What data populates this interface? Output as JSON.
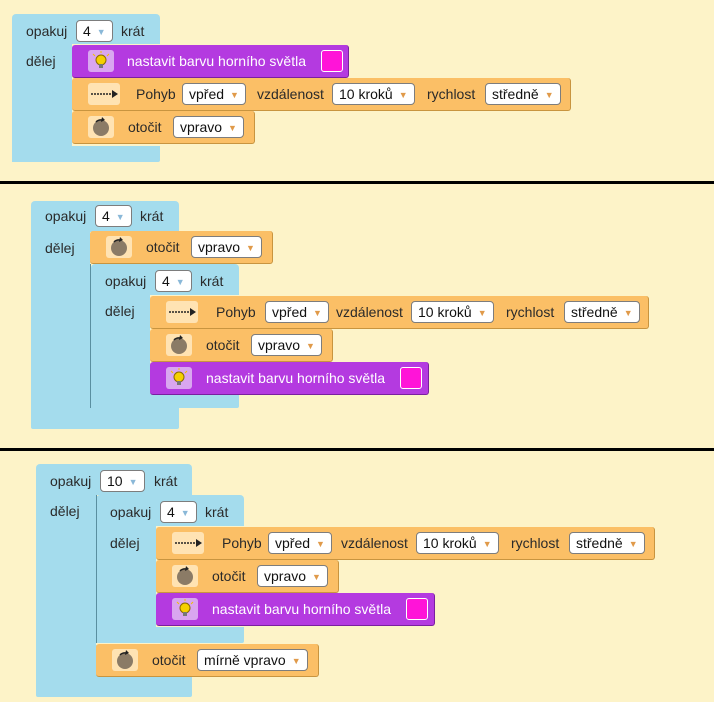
{
  "labels": {
    "repeat": "opakuj",
    "times": "krát",
    "do": "dělej",
    "set_color": "nastavit barvu horního světla",
    "move": "Pohyb",
    "distance": "vzdálenost",
    "speed": "rychlost",
    "turn": "otočit"
  },
  "values": {
    "forward": "vpřed",
    "ten_steps": "10 kroků",
    "medium": "středně",
    "right": "vpravo",
    "slightly_right": "mírně vpravo"
  },
  "programs": [
    {
      "repeat_count": "4"
    },
    {
      "outer_repeat_count": "4",
      "inner_repeat_count": "4"
    },
    {
      "outer_repeat_count": "10",
      "inner_repeat_count": "4"
    }
  ],
  "colors": {
    "background": "#fdf3c8",
    "repeat_block": "#a4dced",
    "motion_block": "#fbbf66",
    "light_block": "#b43ae0",
    "light_color": "#ff14d8"
  },
  "icons": [
    "lightbulb-icon",
    "arrow-right-icon",
    "turn-icon"
  ]
}
